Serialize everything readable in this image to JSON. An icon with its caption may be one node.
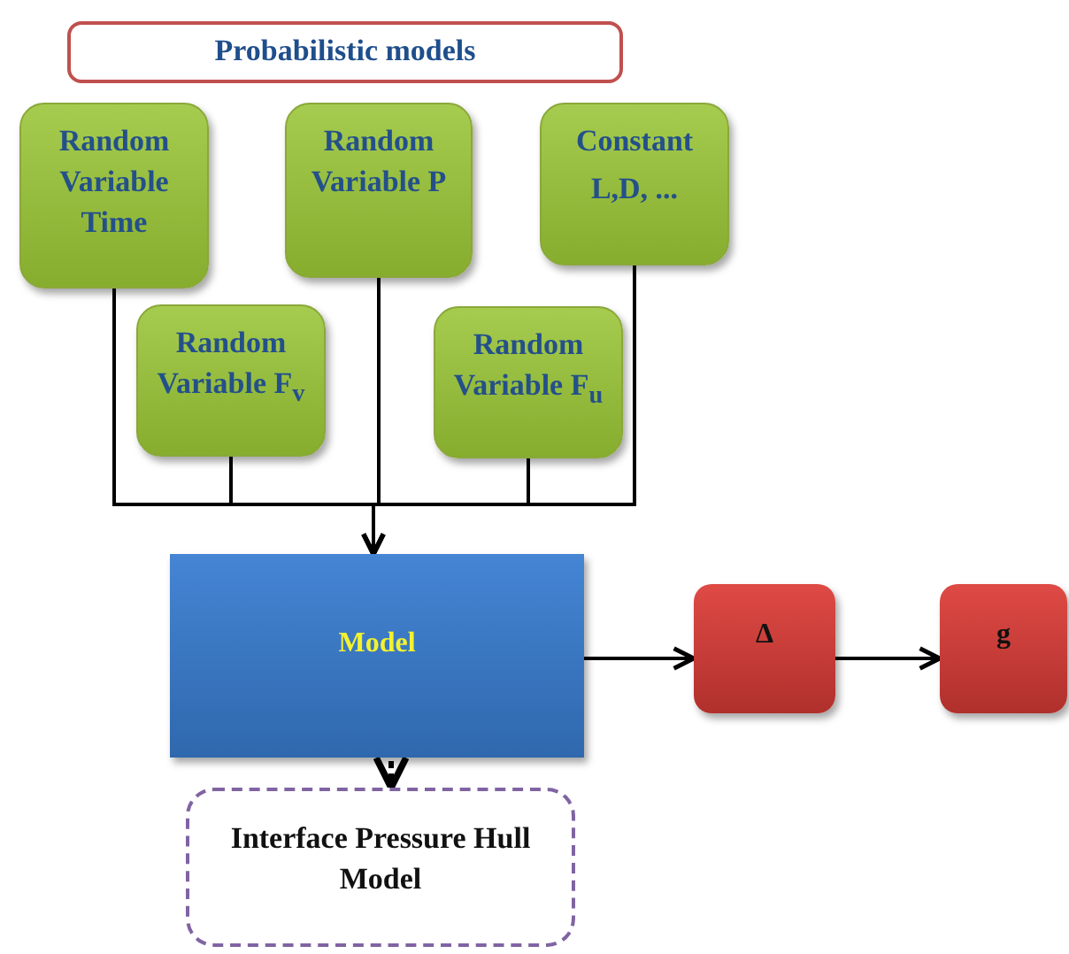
{
  "diagram": {
    "nodes": [
      {
        "text": [
          "Probabilistic models"
        ]
      },
      {
        "text": [
          "Random Variable Time"
        ]
      },
      {
        "text": [
          "Random Variable P"
        ]
      },
      {
        "text": [
          "Constant",
          "L,D, ..."
        ]
      },
      {
        "text": [
          "Random Variable F$_{v}$"
        ]
      },
      {
        "text": [
          "Random Variable F$_{u}$"
        ]
      },
      {
        "text": [
          "Model"
        ]
      },
      {
        "text": [
          "Δ"
        ]
      },
      {
        "text": [
          "g"
        ]
      },
      {
        "text": [
          "Interface Pressure Hull Model"
        ]
      }
    ],
    "edges": [
      {
        "from": 1,
        "to": 6,
        "arrow": "to"
      },
      {
        "from": 4,
        "to": 6,
        "arrow": "to"
      },
      {
        "from": 2,
        "to": 6,
        "arrow": "to"
      },
      {
        "from": 5,
        "to": 6,
        "arrow": "to"
      },
      {
        "from": 3,
        "to": 6,
        "arrow": "to"
      },
      {
        "from": 6,
        "to": 7,
        "arrow": "to"
      },
      {
        "from": 7,
        "to": 8,
        "arrow": "to"
      },
      {
        "from": 6,
        "to": 9,
        "arrow": "both",
        "style": "dashed"
      }
    ]
  }
}
